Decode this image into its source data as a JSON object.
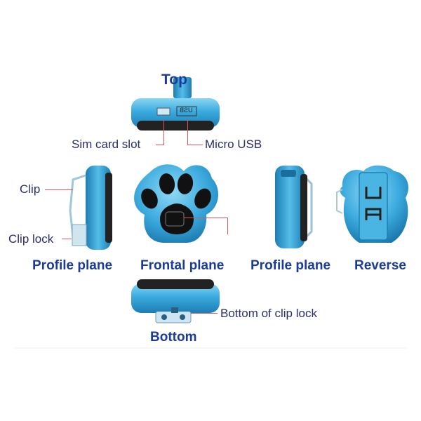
{
  "labels": {
    "top": "Top",
    "sim_card_slot": "Sim card slot",
    "micro_usb": "Micro USB",
    "clip": "Clip",
    "clip_lock": "Clip lock",
    "profile_plane_left": "Profile plane",
    "frontal_plane": "Frontal plane",
    "profile_plane_right": "Profile plane",
    "reverse": "Reverse",
    "bottom_of_clip_lock": "Bottom of clip lock",
    "bottom": "Bottom"
  },
  "device_markings": {
    "usb_text": "USB",
    "reverse_letters": "UA"
  },
  "colors": {
    "device_blue": "#35a8dd",
    "device_light": "#7fd0f0",
    "device_dark": "#1f7fb4",
    "paw_black": "#111111",
    "view_label": "#1a3c98",
    "callout_text": "#2a2f6e",
    "leader_line": "#d65959"
  }
}
